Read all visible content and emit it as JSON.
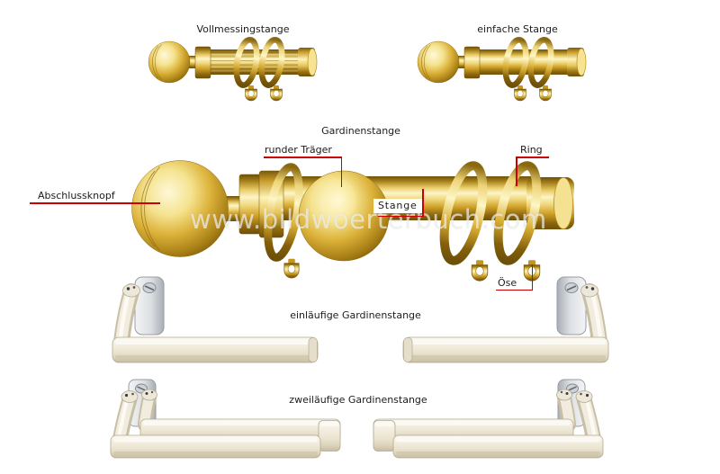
{
  "watermark": "www.bildwoerterbuch.com",
  "colors": {
    "background": "#ffffff",
    "callout_line": "#cc0000",
    "label_text": "#1c1c1c",
    "brass_gold": "#d9ae34",
    "brass_highlight": "#fdf5c8",
    "brass_shadow": "#6e5008",
    "rod_white": "#f0ebdc",
    "bracket_metal": "#dfe2e5"
  },
  "top_row": {
    "items": [
      {
        "title": "Vollmessingstange"
      },
      {
        "title": "einfache Stange"
      }
    ]
  },
  "middle": {
    "title": "Gardinenstange",
    "callouts": [
      {
        "text": "Abschlussknopf"
      },
      {
        "text": "runder Träger"
      },
      {
        "text": "Ring"
      },
      {
        "text": "Stange"
      },
      {
        "text": "Öse"
      }
    ]
  },
  "bottom": {
    "items": [
      {
        "title": "einläufige Gardinenstange"
      },
      {
        "title": "zweiläufige Gardinenstange"
      }
    ]
  }
}
